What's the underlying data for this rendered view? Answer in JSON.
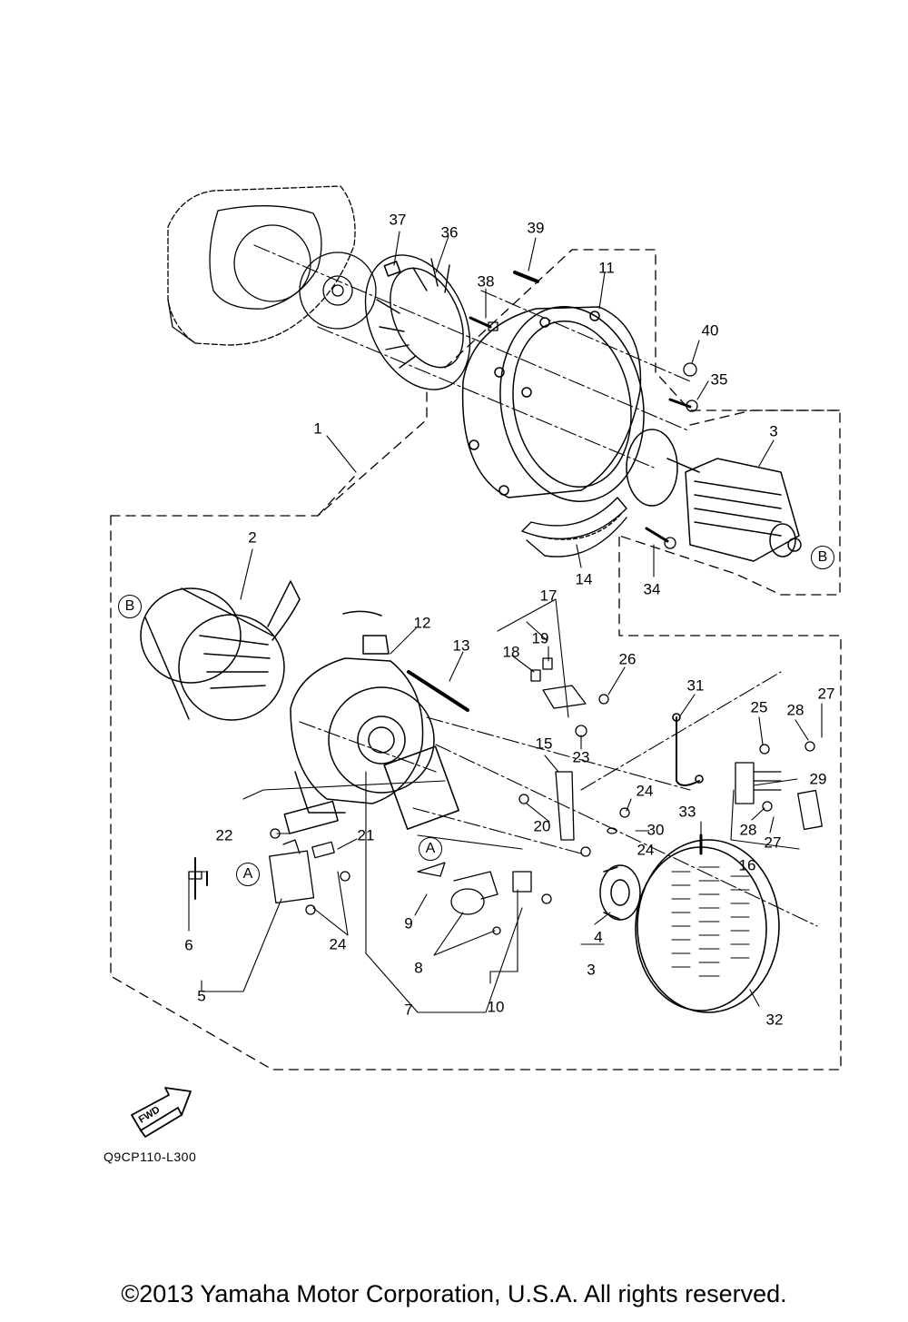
{
  "diagram": {
    "ref_code": "Q9CP110-L300",
    "fwd_label": "FWD",
    "copyright": "©2013 Yamaha Motor Corporation, U.S.A. All rights reserved.",
    "reference_markers": [
      {
        "letter": "B"
      },
      {
        "letter": "B"
      },
      {
        "letter": "A"
      },
      {
        "letter": "A"
      }
    ],
    "callouts": [
      {
        "label": "37"
      },
      {
        "label": "36"
      },
      {
        "label": "39"
      },
      {
        "label": "38"
      },
      {
        "label": "11"
      },
      {
        "label": "40"
      },
      {
        "label": "35"
      },
      {
        "label": "3"
      },
      {
        "label": "1"
      },
      {
        "label": "14"
      },
      {
        "label": "34"
      },
      {
        "label": "2"
      },
      {
        "label": "17"
      },
      {
        "label": "19"
      },
      {
        "label": "12"
      },
      {
        "label": "13"
      },
      {
        "label": "18"
      },
      {
        "label": "26"
      },
      {
        "label": "31"
      },
      {
        "label": "25"
      },
      {
        "label": "28"
      },
      {
        "label": "27"
      },
      {
        "label": "23"
      },
      {
        "label": "15"
      },
      {
        "label": "29"
      },
      {
        "label": "24"
      },
      {
        "label": "20"
      },
      {
        "label": "30"
      },
      {
        "label": "33"
      },
      {
        "label": "28"
      },
      {
        "label": "27"
      },
      {
        "label": "22"
      },
      {
        "label": "21"
      },
      {
        "label": "24"
      },
      {
        "label": "16"
      },
      {
        "label": "9"
      },
      {
        "label": "6"
      },
      {
        "label": "24"
      },
      {
        "label": "8"
      },
      {
        "label": "4"
      },
      {
        "label": "3"
      },
      {
        "label": "5"
      },
      {
        "label": "7"
      },
      {
        "label": "10"
      },
      {
        "label": "32"
      }
    ]
  }
}
